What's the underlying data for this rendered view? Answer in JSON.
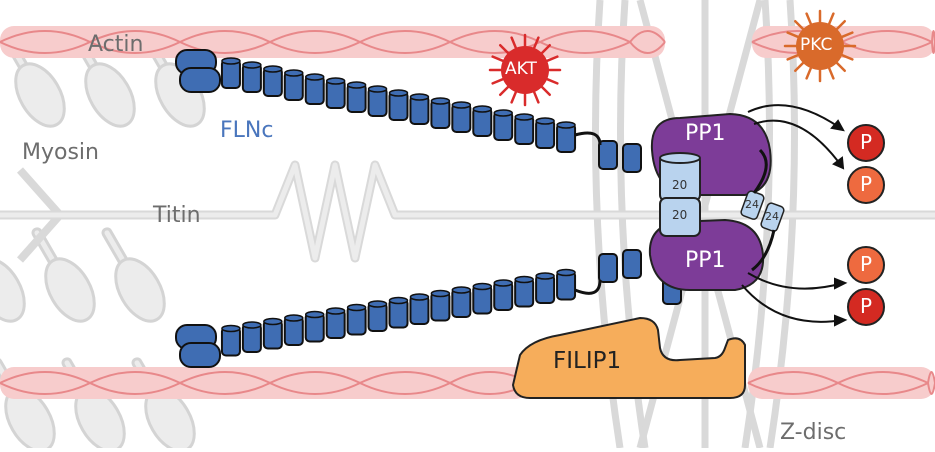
{
  "diagram": {
    "labels": {
      "actin": "Actin",
      "myosin": "Myosin",
      "titin": "Titin",
      "flnc": "FLNc",
      "akt": "AKT",
      "pkc": "PKC",
      "pp1_top": "PP1",
      "pp1_bottom": "PP1",
      "filip1": "FILIP1",
      "zdisc": "Z-disc",
      "domain20_top": "20",
      "domain20_bottom": "20",
      "domain24_a": "24",
      "domain24_b": "24",
      "phospho": [
        "P",
        "P",
        "P",
        "P"
      ]
    },
    "colors": {
      "actin_fill": "#f7cccc",
      "actin_stroke": "#e8888a",
      "gray_structure": "#d9d9d9",
      "flnc_blue": "#3f6db3",
      "flnc_light": "#b9d3ee",
      "pp1_purple": "#7d3c98",
      "akt_red": "#d92b2b",
      "pkc_orange": "#d96a2b",
      "p_red": "#d42a22",
      "p_orange": "#ee6a3f",
      "filip_orange": "#f6ad5b",
      "label_gray": "#6d6d6d"
    }
  }
}
